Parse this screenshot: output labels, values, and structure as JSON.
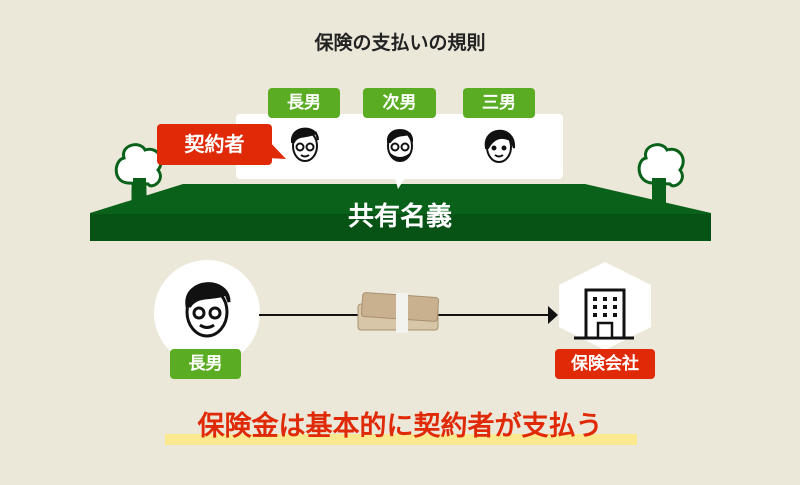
{
  "title": "保険の支払いの規則",
  "owners": {
    "labels": [
      "長男",
      "次男",
      "三男"
    ],
    "contractor_label": "契約者",
    "ownership_label": "共有名義"
  },
  "flow": {
    "payer_label": "長男",
    "payee_label": "保険会社"
  },
  "conclusion": "保険金は基本的に契約者が支払う",
  "colors": {
    "background": "#ebe8da",
    "land": "#0a621a",
    "label_green": "#5aac23",
    "label_red": "#e02a07",
    "highlight": "#fbe98f"
  }
}
